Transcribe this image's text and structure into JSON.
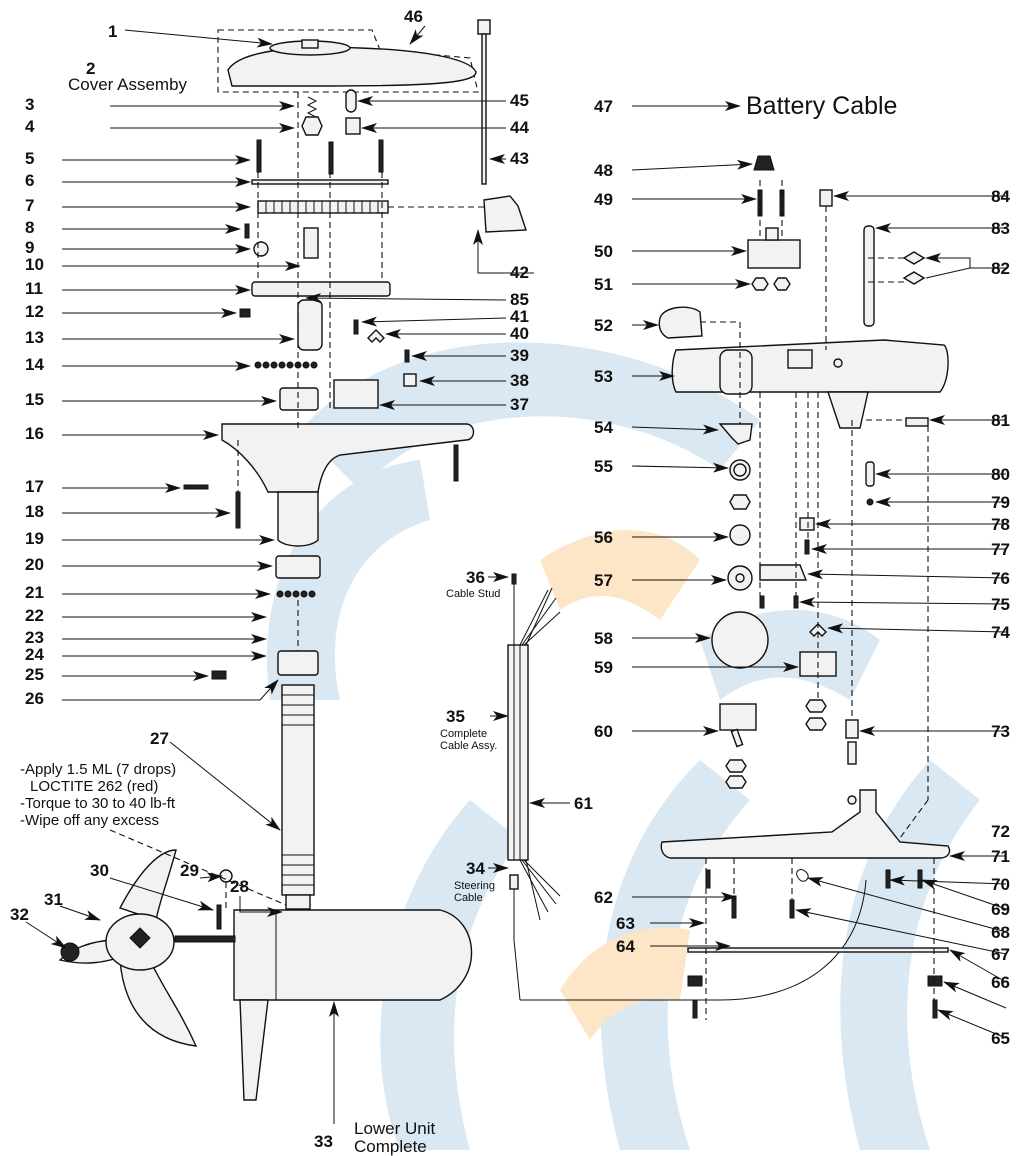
{
  "title": "Battery Cable",
  "labels": {
    "cover_assembly": "Cover Assemby",
    "cable_stud": "Cable Stud",
    "complete_cable_1": "Complete",
    "complete_cable_2": "Cable Assy.",
    "steering_cable_1": "Steering",
    "steering_cable_2": "Cable",
    "lower_unit_1": "Lower Unit",
    "lower_unit_2": "Complete"
  },
  "note": {
    "line1": "-Apply 1.5 ML (7 drops)",
    "line2": "LOCTITE 262 (red)",
    "line3": "-Torque to 30 to 40 lb-ft",
    "line4": "-Wipe off any excess"
  },
  "callouts": {
    "n1": "1",
    "n2": "2",
    "n3": "3",
    "n4": "4",
    "n5": "5",
    "n6": "6",
    "n7": "7",
    "n8": "8",
    "n9": "9",
    "n10": "10",
    "n11": "11",
    "n12": "12",
    "n13": "13",
    "n14": "14",
    "n15": "15",
    "n16": "16",
    "n17": "17",
    "n18": "18",
    "n19": "19",
    "n20": "20",
    "n21": "21",
    "n22": "22",
    "n23": "23",
    "n24": "24",
    "n25": "25",
    "n26": "26",
    "n27": "27",
    "n28": "28",
    "n29": "29",
    "n30": "30",
    "n31": "31",
    "n32": "32",
    "n33": "33",
    "n34": "34",
    "n35": "35",
    "n36": "36",
    "n37": "37",
    "n38": "38",
    "n39": "39",
    "n40": "40",
    "n41": "41",
    "n42": "42",
    "n43": "43",
    "n44": "44",
    "n45": "45",
    "n46": "46",
    "n47": "47",
    "n48": "48",
    "n49": "49",
    "n50": "50",
    "n51": "51",
    "n52": "52",
    "n53": "53",
    "n54": "54",
    "n55": "55",
    "n56": "56",
    "n57": "57",
    "n58": "58",
    "n59": "59",
    "n60": "60",
    "n61": "61",
    "n62": "62",
    "n63": "63",
    "n64": "64",
    "n65": "65",
    "n66": "66",
    "n67": "67",
    "n68": "68",
    "n69": "69",
    "n70": "70",
    "n71": "71",
    "n72": "72",
    "n73": "73",
    "n74": "74",
    "n75": "75",
    "n76": "76",
    "n77": "77",
    "n78": "78",
    "n79": "79",
    "n80": "80",
    "n81": "81",
    "n82": "82",
    "n83": "83",
    "n84": "84",
    "n85": "85"
  },
  "colors": {
    "watermark_blue": "#cfe1ee",
    "watermark_orange": "#fde6c8",
    "ink": "#111111"
  }
}
